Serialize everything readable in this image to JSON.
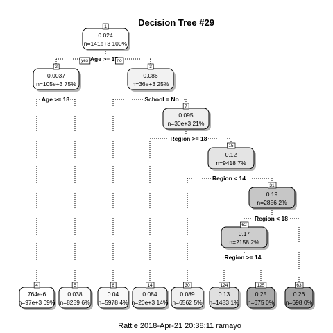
{
  "title": "Decision Tree #29",
  "caption": "Rattle 2018-Apr-21 20:38:11 ramayo",
  "branch_labels": {
    "yes": "yes",
    "no": "no"
  },
  "nodes": [
    {
      "id": "1",
      "value": "0.024",
      "info": "n=141e+3  100%",
      "fill": "#ffffff"
    },
    {
      "id": "2",
      "value": "0.0037",
      "info": "n=105e+3  75%",
      "fill": "#ffffff"
    },
    {
      "id": "3",
      "value": "0.086",
      "info": "n=36e+3  25%",
      "fill": "#f2f2f2"
    },
    {
      "id": "7",
      "value": "0.095",
      "info": "n=30e+3  21%",
      "fill": "#efefef"
    },
    {
      "id": "15",
      "value": "0.12",
      "info": "n=9418  7%",
      "fill": "#e4e4e4"
    },
    {
      "id": "31",
      "value": "0.19",
      "info": "n=2856  2%",
      "fill": "#c6c6c6"
    },
    {
      "id": "62",
      "value": "0.17",
      "info": "n=2158  2%",
      "fill": "#cdcdcd"
    },
    {
      "id": "4",
      "value": "764e-6",
      "info": "n=97e+3  69%",
      "fill": "#ffffff"
    },
    {
      "id": "5",
      "value": "0.038",
      "info": "n=8259  6%",
      "fill": "#fafafa"
    },
    {
      "id": "6",
      "value": "0.04",
      "info": "n=5978  4%",
      "fill": "#f9f9f9"
    },
    {
      "id": "14",
      "value": "0.084",
      "info": "n=20e+3  14%",
      "fill": "#f2f2f2"
    },
    {
      "id": "30",
      "value": "0.089",
      "info": "n=6562  5%",
      "fill": "#f0f0f0"
    },
    {
      "id": "124",
      "value": "0.13",
      "info": "n=1483  1%",
      "fill": "#e0e0e0"
    },
    {
      "id": "125",
      "value": "0.25",
      "info": "n=675  0%",
      "fill": "#a9a9a9"
    },
    {
      "id": "63",
      "value": "0.26",
      "info": "n=698  0%",
      "fill": "#a4a4a4"
    }
  ],
  "splits": [
    {
      "node": "1",
      "label": "Age >= 17"
    },
    {
      "node": "2",
      "label": "Age >= 18"
    },
    {
      "node": "3",
      "label": "School = No"
    },
    {
      "node": "7",
      "label": "Region >= 18"
    },
    {
      "node": "15",
      "label": "Region < 14"
    },
    {
      "node": "31",
      "label": "Region < 18"
    },
    {
      "node": "62",
      "label": "Region >= 14"
    }
  ],
  "edges": [
    [
      "1",
      "2"
    ],
    [
      "1",
      "3"
    ],
    [
      "2",
      "4"
    ],
    [
      "2",
      "5"
    ],
    [
      "3",
      "6"
    ],
    [
      "3",
      "7"
    ],
    [
      "7",
      "14"
    ],
    [
      "7",
      "15"
    ],
    [
      "15",
      "30"
    ],
    [
      "15",
      "31"
    ],
    [
      "31",
      "62"
    ],
    [
      "31",
      "63"
    ],
    [
      "62",
      "124"
    ],
    [
      "62",
      "125"
    ]
  ]
}
